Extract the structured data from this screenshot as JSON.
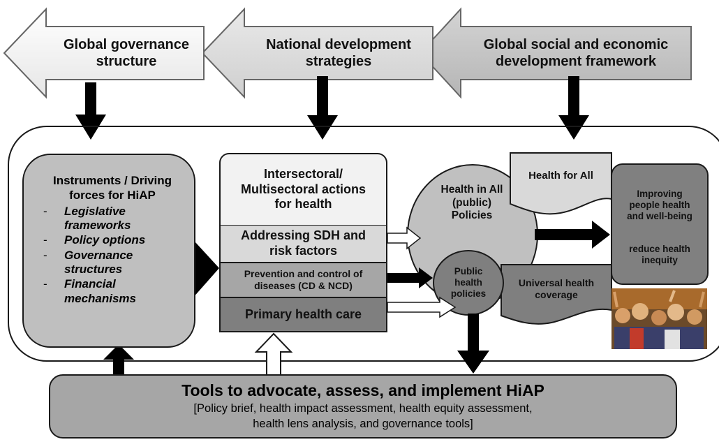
{
  "top_arrows": [
    {
      "label": "Global governance\nstructure"
    },
    {
      "label": "National development\nstrategies"
    },
    {
      "label": "Global social and economic\ndevelopment framework"
    }
  ],
  "instruments": {
    "title": "Instruments / Driving\nforces for HiAP",
    "items": [
      "Legislative\nframeworks",
      "Policy options",
      "Governance\nstructures",
      "Financial\nmechanisms"
    ]
  },
  "actions": {
    "header": "Intersectoral/\nMultisectoral actions\nfor health",
    "band1": "Addressing SDH and\nrisk factors",
    "band2": "Prevention and control of\ndiseases (CD & NCD)",
    "band3": "Primary health care"
  },
  "hiap_circle": "Health in All\n(public)\nPolicies",
  "public_health": "Public\nhealth\npolicies",
  "health_for_all": "Health for All",
  "uhc": "Universal health\ncoverage",
  "outcome": {
    "line1": "Improving\npeople health\nand well-being",
    "line2": "reduce health\ninequity"
  },
  "tools": {
    "title": "Tools to advocate, assess, and implement HiAP",
    "desc": "[Policy brief, health impact assessment, health equity assessment,\nhealth lens analysis, and governance tools]"
  },
  "colors": {
    "arrow_light": "#f2f2f2",
    "arrow_mid": "#d9d9d9",
    "arrow_dark": "#bfbfbf",
    "instrument_fill": "#bfbfbf",
    "band_light": "#d9d9d9",
    "band_mid": "#a6a6a6",
    "band_dark": "#7f7f7f",
    "outcome_fill": "#808080",
    "tools_fill": "#a6a6a6"
  }
}
